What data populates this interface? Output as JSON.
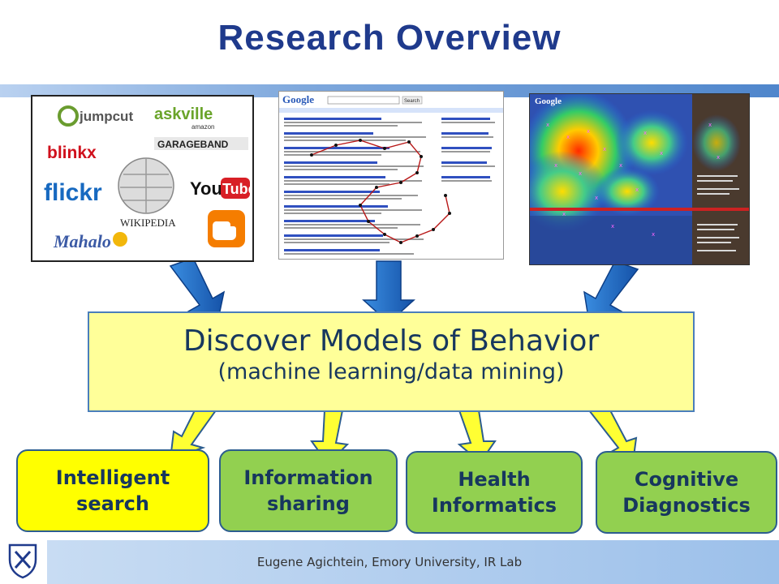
{
  "slide": {
    "title": "Research Overview",
    "center_box": {
      "title": "Discover Models of Behavior",
      "subtitle": "(machine learning/data mining)"
    },
    "applications": [
      {
        "label": "Intelligent search",
        "line1": "Intelligent",
        "line2": "search",
        "color": "#ffff00"
      },
      {
        "label": "Information sharing",
        "line1": "Information",
        "line2": "sharing",
        "color": "#92d050"
      },
      {
        "label": "Health Informatics",
        "line1": "Health",
        "line2": "Informatics",
        "color": "#92d050"
      },
      {
        "label": "Cognitive Diagnostics",
        "line1": "Cognitive",
        "line2": "Diagnostics",
        "color": "#92d050"
      }
    ],
    "footer": "Eugene Agichtein, Emory University, IR Lab"
  },
  "images": {
    "logos": {
      "jumpcut": "jumpcut",
      "askville": "askville",
      "amazon": "amazon",
      "garageband": "GARAGEBAND",
      "blinkx": "blinkx",
      "flickr": "flickr",
      "youtube_you": "You",
      "youtube_tube": "Tube",
      "wikipedia": "WIKIPEDIA",
      "mahalo": "Mahalo"
    },
    "serp": {
      "brand": "Google",
      "search_button": "Search"
    },
    "heatmap": {
      "brand": "Google"
    }
  },
  "colors": {
    "title": "#1f3a8c",
    "center_fill": "#ffff99",
    "arrow_blue": "#1f6fc6",
    "arrow_yellow": "#ffff33"
  }
}
